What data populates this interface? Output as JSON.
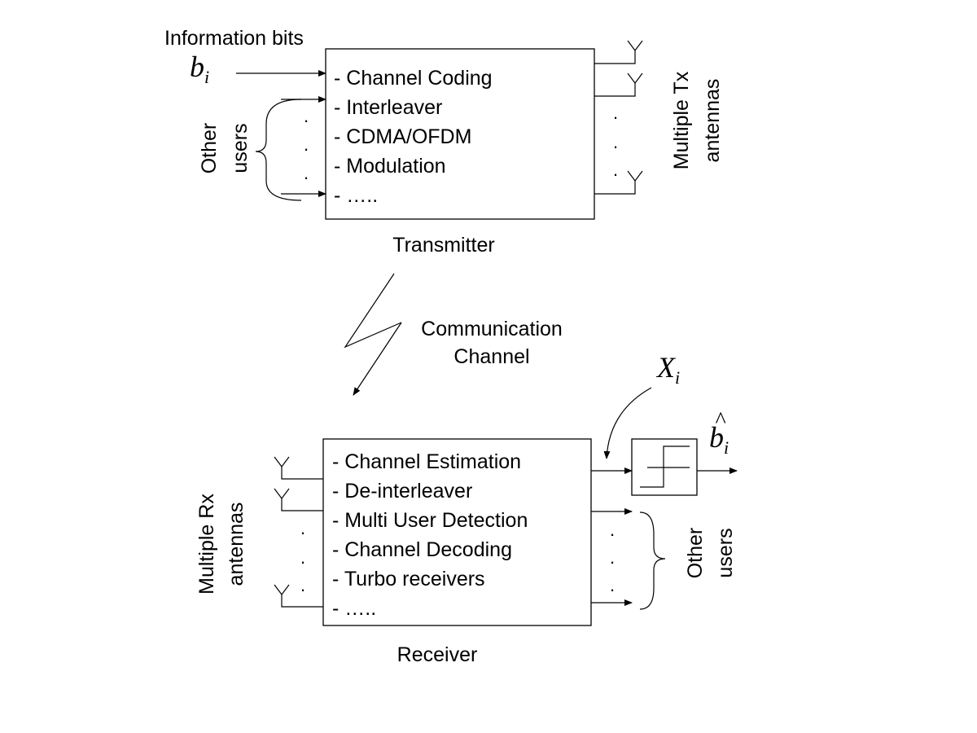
{
  "transmitter": {
    "input_label": "Information bits",
    "input_symbol_base": "b",
    "input_symbol_sub": "i",
    "other_users_label": [
      "Other",
      "users"
    ],
    "functions": [
      "- Channel Coding",
      "- Interleaver",
      "- CDMA/OFDM",
      "- Modulation",
      "- ….."
    ],
    "title": "Transmitter",
    "antennas_label": [
      "Multiple Tx",
      "antennas"
    ]
  },
  "channel": {
    "label_line1": "Communication",
    "label_line2": "Channel"
  },
  "receiver": {
    "antennas_label": [
      "Multiple Rx",
      "antennas"
    ],
    "functions": [
      "- Channel Estimation",
      "- De-interleaver",
      "- Multi User Detection",
      "- Channel Decoding",
      "- Turbo receivers",
      "- ….."
    ],
    "title": "Receiver",
    "soft_output_symbol_base": "X",
    "soft_output_symbol_sub": "i",
    "estimate_symbol_base": "b",
    "estimate_symbol_sub": "i",
    "estimate_hat": "^",
    "other_users_label": [
      "Other",
      "users"
    ]
  },
  "dots": "."
}
